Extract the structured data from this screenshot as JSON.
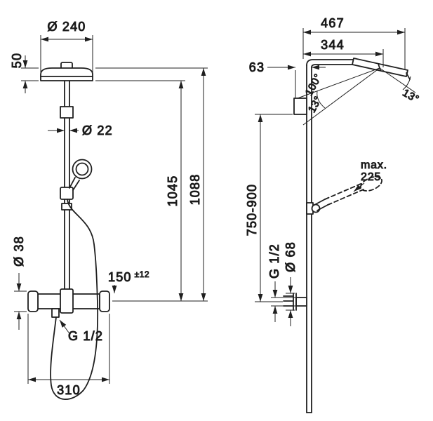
{
  "drawing": {
    "front": {
      "head_diameter": "Ø 240",
      "head_height": "50",
      "pipe_diameter": "Ø 22",
      "height_to_head": "1045",
      "height_total": "1088",
      "handle_diameter": "Ø 38",
      "supply_spacing": "150",
      "supply_tolerance": "±12",
      "hose_thread": "G 1/2",
      "valve_width": "310"
    },
    "side": {
      "reach_total": "467",
      "reach_arm": "344",
      "top_offset": "63",
      "head_angle": "100°",
      "tilt_back": "13°",
      "tilt_front": "13°",
      "max_label": "max.",
      "max_value": "225",
      "mounting_height": "750-900",
      "supply_thread": "G 1/2",
      "escutcheon_diameter": "Ø 68"
    }
  }
}
